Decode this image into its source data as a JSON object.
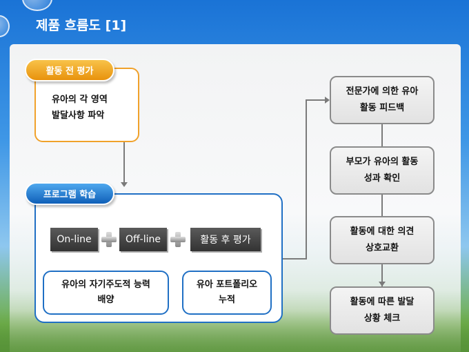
{
  "title": "제품 흐름도 [1]",
  "pre_eval": {
    "label": "활동 전 평가",
    "lines": [
      "유아의 각 영역",
      "발달사항 파악"
    ]
  },
  "program": {
    "label": "프로그램 학습",
    "tags": [
      "On-line",
      "Off-line",
      "활동 후 평가"
    ],
    "subs": [
      {
        "lines": [
          "유아의 자기주도적 능력",
          "배양"
        ]
      },
      {
        "lines": [
          "유아 포트폴리오",
          "누적"
        ]
      }
    ]
  },
  "flow": [
    {
      "lines": [
        "전문가에 의한 유아",
        "활동 피드백"
      ]
    },
    {
      "lines": [
        "부모가 유아의 활동",
        "성과 확인"
      ]
    },
    {
      "lines": [
        "활동에 대한 의견",
        "상호교환"
      ]
    },
    {
      "lines": [
        "활동에 따른 발달",
        "상황 체크"
      ]
    }
  ]
}
